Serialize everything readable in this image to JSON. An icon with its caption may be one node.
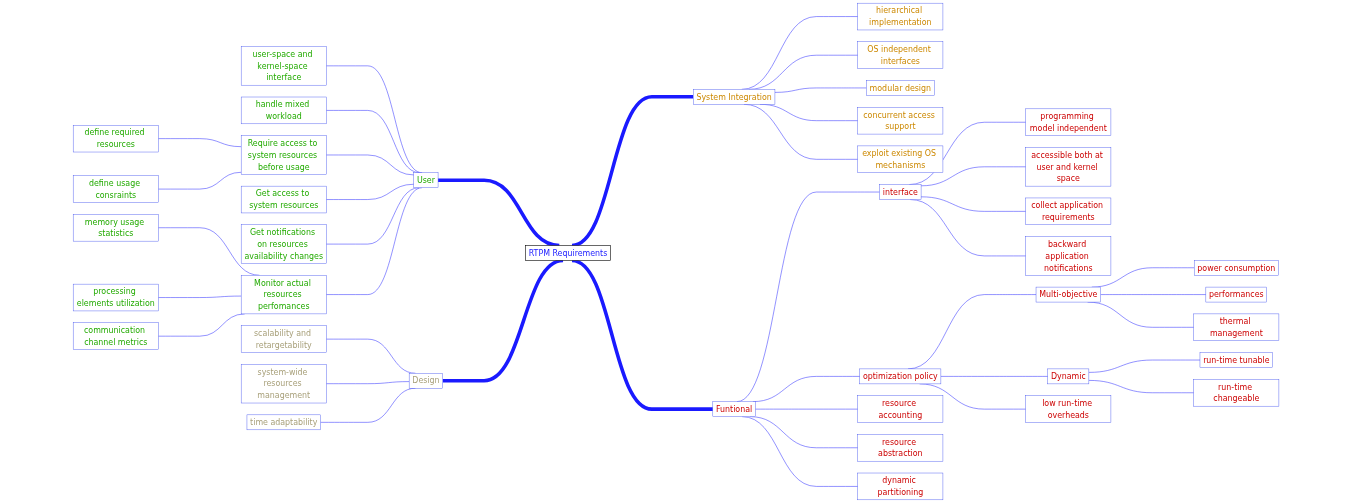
{
  "diagram": {
    "nodes": [
      {
        "text": [
          "RTPM Requirements"
        ]
      },
      {
        "text": [
          "System Integration"
        ]
      },
      {
        "text": [
          "hierarchical implementation"
        ]
      },
      {
        "text": [
          "OS independent interfaces"
        ]
      },
      {
        "text": [
          "modular design"
        ]
      },
      {
        "text": [
          "concurrent access support"
        ]
      },
      {
        "text": [
          "exploit existing OS mechanisms"
        ]
      },
      {
        "text": [
          "User"
        ]
      },
      {
        "text": [
          "user-space and kernel-space interface"
        ]
      },
      {
        "text": [
          "handle mixed workload"
        ]
      },
      {
        "text": [
          "Require access to system resources before usage"
        ]
      },
      {
        "text": [
          "define required resources"
        ]
      },
      {
        "text": [
          "define usage consraints"
        ]
      },
      {
        "text": [
          "Get access to system resources"
        ]
      },
      {
        "text": [
          "Get notifications on resources availability changes"
        ]
      },
      {
        "text": [
          "Monitor actual resources perfomances"
        ]
      },
      {
        "text": [
          "memory usage statistics"
        ]
      },
      {
        "text": [
          "processing elements utilization"
        ]
      },
      {
        "text": [
          "communication channel metrics"
        ]
      },
      {
        "text": [
          "Funtional"
        ]
      },
      {
        "text": [
          "interface"
        ]
      },
      {
        "text": [
          "programming model independent"
        ]
      },
      {
        "text": [
          "accessible both at user and kernel space"
        ]
      },
      {
        "text": [
          "collect application requirements"
        ]
      },
      {
        "text": [
          "backward application notifications"
        ]
      },
      {
        "text": [
          "optimization policy"
        ]
      },
      {
        "text": [
          "Multi-objective"
        ]
      },
      {
        "text": [
          "power consumption"
        ]
      },
      {
        "text": [
          "performances"
        ]
      },
      {
        "text": [
          "thermal management"
        ]
      },
      {
        "text": [
          "Dynamic"
        ]
      },
      {
        "text": [
          "run-time tunable"
        ]
      },
      {
        "text": [
          "run-time changeable"
        ]
      },
      {
        "text": [
          "low run-time overheads"
        ]
      },
      {
        "text": [
          "resource accounting"
        ]
      },
      {
        "text": [
          "resource abstraction"
        ]
      },
      {
        "text": [
          "dynamic partitioning"
        ]
      },
      {
        "text": [
          "Design"
        ]
      },
      {
        "text": [
          "scalability and retargetability"
        ]
      },
      {
        "text": [
          "system-wide resources management"
        ]
      },
      {
        "text": [
          "time adaptability"
        ]
      }
    ],
    "edges": [
      {
        "from": 0,
        "to": 1,
        "arrow": "none",
        "style": "thick"
      },
      {
        "from": 1,
        "to": 2,
        "arrow": "none"
      },
      {
        "from": 1,
        "to": 3,
        "arrow": "none"
      },
      {
        "from": 1,
        "to": 4,
        "arrow": "none"
      },
      {
        "from": 1,
        "to": 5,
        "arrow": "none"
      },
      {
        "from": 1,
        "to": 6,
        "arrow": "none"
      },
      {
        "from": 7,
        "to": 0,
        "arrow": "none",
        "style": "thick"
      },
      {
        "from": 8,
        "to": 7,
        "arrow": "none"
      },
      {
        "from": 9,
        "to": 7,
        "arrow": "none"
      },
      {
        "from": 10,
        "to": 7,
        "arrow": "none"
      },
      {
        "from": 11,
        "to": 10,
        "arrow": "none"
      },
      {
        "from": 12,
        "to": 10,
        "arrow": "none"
      },
      {
        "from": 13,
        "to": 7,
        "arrow": "none"
      },
      {
        "from": 14,
        "to": 7,
        "arrow": "none"
      },
      {
        "from": 15,
        "to": 7,
        "arrow": "none"
      },
      {
        "from": 16,
        "to": 15,
        "arrow": "none"
      },
      {
        "from": 17,
        "to": 15,
        "arrow": "none"
      },
      {
        "from": 18,
        "to": 15,
        "arrow": "none"
      },
      {
        "from": 0,
        "to": 19,
        "arrow": "none",
        "style": "thick"
      },
      {
        "from": 19,
        "to": 20,
        "arrow": "none"
      },
      {
        "from": 20,
        "to": 21,
        "arrow": "none"
      },
      {
        "from": 20,
        "to": 22,
        "arrow": "none"
      },
      {
        "from": 20,
        "to": 23,
        "arrow": "none"
      },
      {
        "from": 20,
        "to": 24,
        "arrow": "none"
      },
      {
        "from": 19,
        "to": 25,
        "arrow": "none"
      },
      {
        "from": 25,
        "to": 26,
        "arrow": "none"
      },
      {
        "from": 26,
        "to": 27,
        "arrow": "none"
      },
      {
        "from": 26,
        "to": 28,
        "arrow": "none"
      },
      {
        "from": 26,
        "to": 29,
        "arrow": "none"
      },
      {
        "from": 25,
        "to": 30,
        "arrow": "none"
      },
      {
        "from": 30,
        "to": 31,
        "arrow": "none"
      },
      {
        "from": 30,
        "to": 32,
        "arrow": "none"
      },
      {
        "from": 25,
        "to": 33,
        "arrow": "none"
      },
      {
        "from": 19,
        "to": 34,
        "arrow": "none"
      },
      {
        "from": 19,
        "to": 35,
        "arrow": "none"
      },
      {
        "from": 19,
        "to": 36,
        "arrow": "none"
      },
      {
        "from": 37,
        "to": 0,
        "arrow": "none",
        "style": "thick"
      },
      {
        "from": 38,
        "to": 37,
        "arrow": "none"
      },
      {
        "from": 39,
        "to": 37,
        "arrow": "none"
      },
      {
        "from": 40,
        "to": 37,
        "arrow": "none"
      }
    ]
  }
}
